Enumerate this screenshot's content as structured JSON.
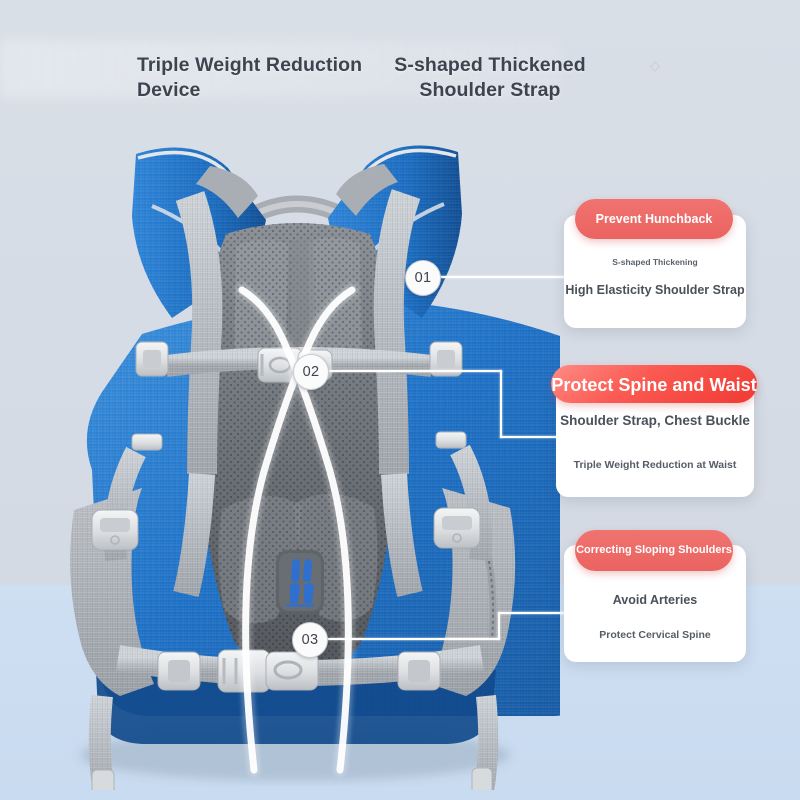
{
  "page": {
    "bg_top_color": "#d7dde6",
    "bg_bottom_color": "#cfdff2"
  },
  "headlines": {
    "left": "Triple Weight Reduction Device",
    "right": "S-shaped Thickened Shoulder Strap",
    "text_color": "#3c444f"
  },
  "markers": [
    {
      "id": "01",
      "label": "01"
    },
    {
      "id": "02",
      "label": "02"
    },
    {
      "id": "03",
      "label": "03"
    }
  ],
  "cards": [
    {
      "pill_label": "Prevent Hunchback",
      "pill_color": "#ea6361",
      "line1": "S-shaped Thickening",
      "line2": "High Elasticity Shoulder Strap"
    },
    {
      "pill_label": "Protect Spine and Waist",
      "pill_color": "#f03a33",
      "line1": "Shoulder Strap, Chest Buckle",
      "line2": "Triple Weight Reduction at Waist"
    },
    {
      "pill_label": "Correcting Sloping Shoulders",
      "pill_color": "#ea6361",
      "line1": "Avoid Arteries",
      "line2": "Protect Cervical Spine"
    }
  ],
  "product": {
    "name": "ergonomic-school-backpack-back-view",
    "strap_color": "#2a7fd4",
    "mesh_color": "#6d7278",
    "webbing_color": "#b9bec4",
    "logo_accent": "#2f6fd0"
  }
}
